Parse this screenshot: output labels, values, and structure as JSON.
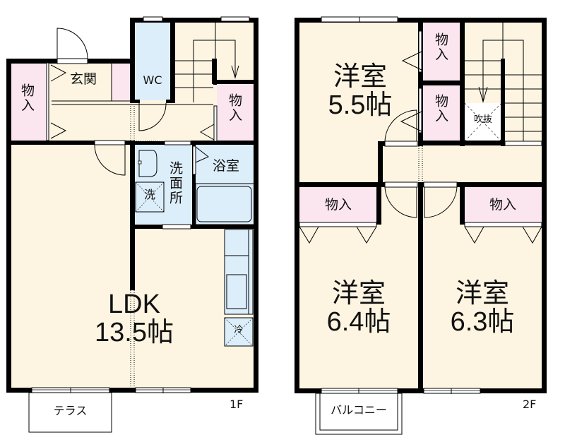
{
  "floors": [
    {
      "id": "1F",
      "label": "1F",
      "rooms": [
        {
          "name": "ldk",
          "label": "LDK",
          "size": "13.5帖"
        },
        {
          "name": "entrance",
          "label": "玄関"
        },
        {
          "name": "toilet",
          "label": "WC"
        },
        {
          "name": "storage-left",
          "label": "物入"
        },
        {
          "name": "storage-right",
          "label": "物入"
        },
        {
          "name": "washroom",
          "label": "洗面所"
        },
        {
          "name": "bathroom",
          "label": "浴室"
        },
        {
          "name": "washer-space",
          "label": "洗"
        },
        {
          "name": "fridge-space",
          "label": "冷"
        }
      ],
      "exterior": {
        "terrace": "テラス"
      }
    },
    {
      "id": "2F",
      "label": "2F",
      "rooms": [
        {
          "name": "western-room-1",
          "label": "洋室",
          "size": "5.5帖"
        },
        {
          "name": "western-room-2",
          "label": "洋室",
          "size": "6.4帖"
        },
        {
          "name": "western-room-3",
          "label": "洋室",
          "size": "6.3帖"
        },
        {
          "name": "closet-upper",
          "label": "物入"
        },
        {
          "name": "closet-lower",
          "label": "物入"
        },
        {
          "name": "closet-room2",
          "label": "物入"
        },
        {
          "name": "closet-room3",
          "label": "物入"
        },
        {
          "name": "void",
          "label": "吹抜"
        }
      ],
      "exterior": {
        "balcony": "バルコニー"
      }
    }
  ],
  "colors": {
    "room_fill": "#fdf5e2",
    "wet_fill": "#ddeefb",
    "storage_fill": "#fbe6ef",
    "wall": "#000000"
  }
}
